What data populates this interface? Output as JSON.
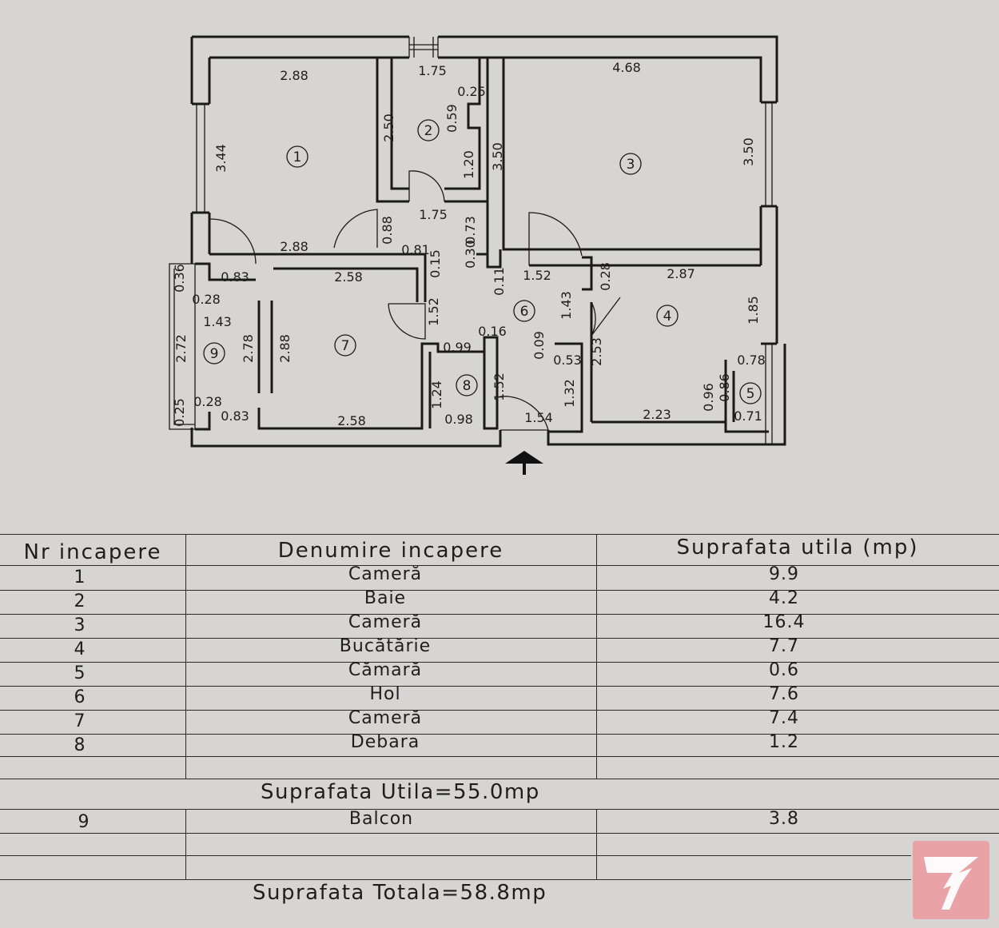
{
  "plan": {
    "dimensions": [
      "2.88",
      "1.75",
      "0.25",
      "0.59",
      "2.50",
      "1.20",
      "4.68",
      "3.50",
      "3.50",
      "3.44",
      "0.88",
      "1.75",
      "0.73",
      "2.88",
      "0.81",
      "0.15",
      "0.30",
      "0.11",
      "1.52",
      "0.28",
      "2.87",
      "0.36",
      "0.83",
      "0.28",
      "1.43",
      "2.58",
      "1.52",
      "1.43",
      "1.85",
      "2.72",
      "2.78",
      "2.88",
      "0.16",
      "0.09",
      "0.53",
      "2.53",
      "0.99",
      "0.78",
      "0.96",
      "0.86",
      "1.24",
      "1.52",
      "1.32",
      "0.25",
      "0.28",
      "0.83",
      "2.58",
      "0.98",
      "1.54",
      "2.23",
      "0.71"
    ],
    "room_numbers": [
      "1",
      "2",
      "3",
      "4",
      "5",
      "6",
      "7",
      "8",
      "9"
    ]
  },
  "table": {
    "headers": {
      "nr": "Nr  incapere",
      "name": "Denumire  incapere",
      "area": "Suprafata  utila  (mp)"
    },
    "rows": [
      {
        "nr": "1",
        "name": "Cameră",
        "area": "9.9"
      },
      {
        "nr": "2",
        "name": "Baie",
        "area": "4.2"
      },
      {
        "nr": "3",
        "name": "Cameră",
        "area": "16.4"
      },
      {
        "nr": "4",
        "name": "Bucătărie",
        "area": "7.7"
      },
      {
        "nr": "5",
        "name": "Cămară",
        "area": "0.6"
      },
      {
        "nr": "6",
        "name": "Hol",
        "area": "7.6"
      },
      {
        "nr": "7",
        "name": "Cameră",
        "area": "7.4"
      },
      {
        "nr": "8",
        "name": "Debara",
        "area": "1.2"
      }
    ],
    "subtotal": "Suprafata  Utila=55.0mp",
    "balcony": {
      "nr": "9",
      "name": "Balcon",
      "area": "3.8"
    },
    "total": "Suprafata  Totala=58.8mp"
  },
  "logo": {
    "icon": "brand-logo-icon",
    "color": "#e9a3a7"
  }
}
